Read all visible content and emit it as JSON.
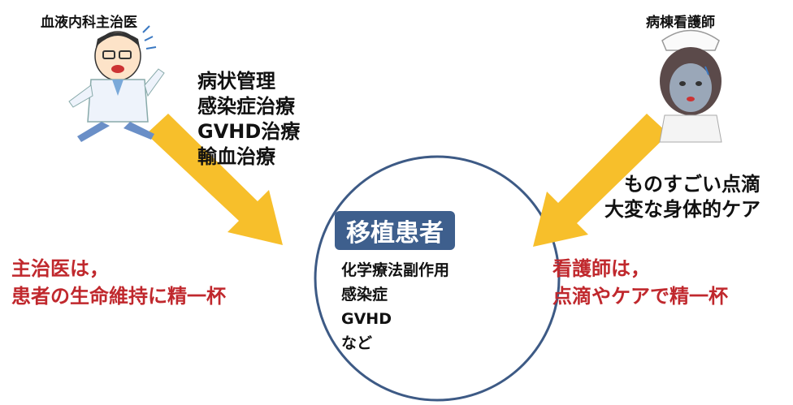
{
  "left": {
    "role": "血液内科主治医",
    "tasks": [
      "病状管理",
      "感染症治療",
      "GVHD治療",
      "輸血治療"
    ],
    "conclusion": [
      "主治医は，",
      "患者の生命維持に精一杯"
    ]
  },
  "right": {
    "role": "病棟看護師",
    "tasks": [
      "ものすごい点滴",
      "大変な身体的ケア"
    ],
    "conclusion": [
      "看護師は，",
      "点滴やケアで精一杯"
    ]
  },
  "center": {
    "title": "移植患者",
    "items": [
      "化学療法副作用",
      "感染症",
      "GVHD",
      "など"
    ]
  },
  "colors": {
    "arrow": "#f7bf2b",
    "circle": "#3d5a85",
    "title_bg": "#3e5f8d",
    "emphasis": "#c0282d"
  }
}
